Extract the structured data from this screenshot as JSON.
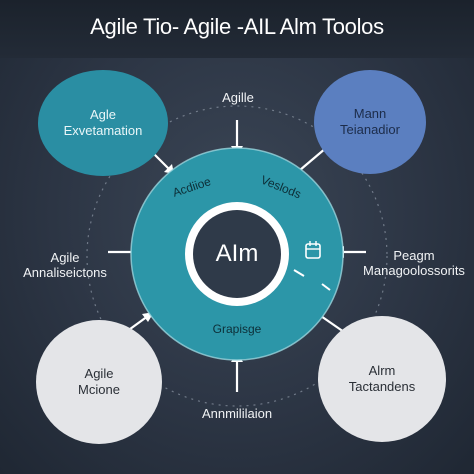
{
  "title": "Agile Tio- Agile -AIL Alm Toolos",
  "hub": {
    "label": "AIm"
  },
  "ring_labels": {
    "upper_left": "Acdiioe",
    "upper_right": "Veslods",
    "bottom": "Grapisge"
  },
  "outer_labels": {
    "top": "Agille",
    "left_line1": "Agile",
    "left_line2": "Annaliseictons",
    "right_line1": "Peagm",
    "right_line2": "Managoolossorits",
    "bottom": "Annmililaion"
  },
  "nodes": {
    "top_left": {
      "line1": "Agle",
      "line2": "Exvetamation"
    },
    "top_right": {
      "line1": "Mann",
      "line2": "Teianadior"
    },
    "bottom_left": {
      "line1": "Agile",
      "line2": "Mcione"
    },
    "bottom_right": {
      "line1": "Alrm",
      "line2": "Tactandens"
    }
  },
  "colors": {
    "ring": "#2c96a8",
    "node_teal": "#2a8ea3",
    "node_blue": "#5b7fc0",
    "node_gray": "#e4e5e8",
    "background": "#2c3544",
    "connector": "#ffffff"
  }
}
